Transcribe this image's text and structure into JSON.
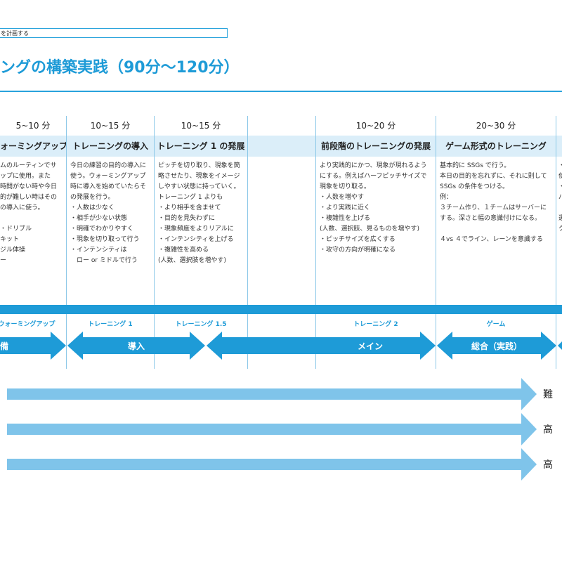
{
  "header": {
    "tag": "を計画する",
    "title": "ングの構築実践（90分〜120分）"
  },
  "columns": [
    {
      "duration": "5~10 分",
      "name": "ォーミングアップ",
      "desc": [
        "ムのルーティンでサ",
        "ップに使用。また",
        "時間がない時や今日",
        "的が難しい時はその",
        "の導入に使う。",
        "",
        "・ドリブル",
        "キット",
        "ジル体操",
        "ー"
      ]
    },
    {
      "duration": "10~15 分",
      "name": "トレーニングの導入",
      "desc": [
        "今日の練習の目的の導入に",
        "使う。ウォーミングアップ",
        "時に導入を始めていたらそ",
        "の発展を行う。",
        "・人数は少なく",
        "・相手が少ない状態",
        "・明確でわかりやすく",
        "・現象を切り取って行う",
        "・インテンシティは",
        "　ロー or ミドルで行う"
      ]
    },
    {
      "duration": "10~15 分",
      "name": "トレーニング 1 の発展",
      "desc": [
        "ピッチを切り取り、現象を簡",
        "略させたり、現象をイメージ",
        "しやすい状態に持っていく。",
        "トレーニング 1 よりも",
        "・より相手を含ませて",
        "・目的を見失わずに",
        "・現象頻度をよりリアルに",
        "・インテンシティを上げる",
        "・複雑性を高める",
        "(人数、選択肢を増やす)"
      ]
    },
    {
      "duration": "10~20 分",
      "name": "前段階のトレーニングの発展",
      "desc": [
        "より実践的にかつ、現象が現れるよう",
        "にする。例えばハーフピッチサイズで",
        "現象を切り取る。",
        "・人数を増やす",
        "・より実践に近く",
        "・複雑性を上げる",
        "(人数、選択肢、見るものを増やす)",
        "・ピッチサイズを広くする",
        "・攻守の方向が明確になる"
      ]
    },
    {
      "duration": "20~30 分",
      "name": "ゲーム形式のトレーニング",
      "desc": [
        "基本的に SSGs で行う。",
        "本日の目的を忘れずに、それに則して",
        "SSGs の条件をつける。",
        "例：",
        "３チーム作り、１チームはサーバーに",
        "する。深さと幅の意識付けになる。",
        "",
        "４vs ４でライン、レーンを意識する"
      ]
    },
    {
      "duration": "",
      "name": "",
      "desc": [
        "・",
        "使",
        "・",
        "パ",
        "",
        "選",
        "ク"
      ]
    }
  ],
  "stages": [
    "ウォーミングアップ",
    "トレーニング 1",
    "トレーニング 1.5",
    "トレーニング 2",
    "ゲーム"
  ],
  "phases": [
    "備",
    "導入",
    "メイン",
    "総合（実践）"
  ],
  "gradients": [
    "難",
    "高",
    "高"
  ],
  "colors": {
    "accent": "#1e9bd7",
    "band": "#dbeef9",
    "grad": "#7fc4ea"
  }
}
